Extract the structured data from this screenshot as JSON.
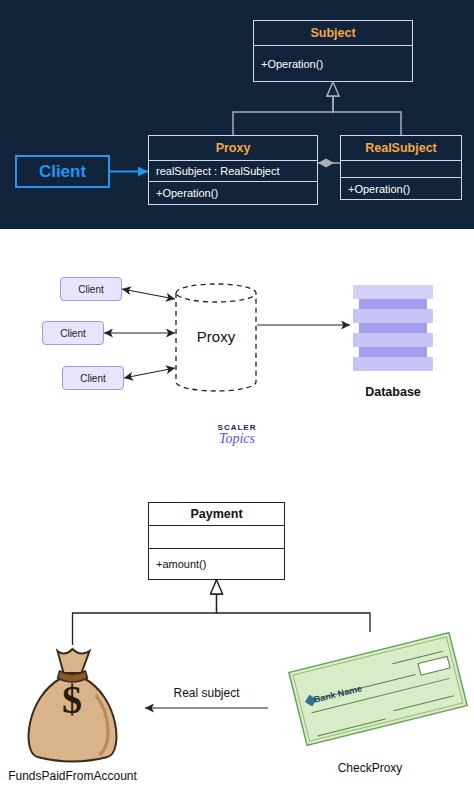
{
  "diagram": {
    "nodes": [
      {
        "text": [
          "Subject",
          "+Operation()"
        ]
      },
      {
        "text": [
          "Client"
        ]
      },
      {
        "text": [
          "Proxy",
          "realSubject : RealSubject",
          "+Operation()"
        ]
      },
      {
        "text": [
          "RealSubject",
          "+Operation()"
        ]
      },
      {
        "text": [
          "Client"
        ]
      },
      {
        "text": [
          "Client"
        ]
      },
      {
        "text": [
          "Client"
        ]
      },
      {
        "text": [
          "Proxy"
        ]
      },
      {
        "text": [
          "Database"
        ]
      },
      {
        "text": [
          "Payment",
          "+amount()"
        ]
      },
      {
        "text": [
          "FundsPaidFromAccount"
        ]
      },
      {
        "text": [
          "CheckProxy"
        ]
      }
    ],
    "edges": [
      {
        "from": 1,
        "to": 2,
        "arrow": "to"
      },
      {
        "from": 2,
        "to": 0,
        "arrow": "to"
      },
      {
        "from": 3,
        "to": 0,
        "arrow": "to"
      },
      {
        "from": 2,
        "to": 3,
        "arrow": "none"
      },
      {
        "from": 4,
        "to": 7,
        "arrow": "both"
      },
      {
        "from": 5,
        "to": 7,
        "arrow": "both"
      },
      {
        "from": 6,
        "to": 7,
        "arrow": "both"
      },
      {
        "from": 7,
        "to": 8,
        "arrow": "to"
      },
      {
        "from": 10,
        "to": 9,
        "arrow": "to"
      },
      {
        "from": 11,
        "to": 9,
        "arrow": "to"
      },
      {
        "from": 11,
        "to": 10,
        "label": "Real subject",
        "arrow": "to"
      }
    ],
    "labels": [
      "SCALER",
      "Topics",
      "$",
      "Bank Name"
    ]
  }
}
